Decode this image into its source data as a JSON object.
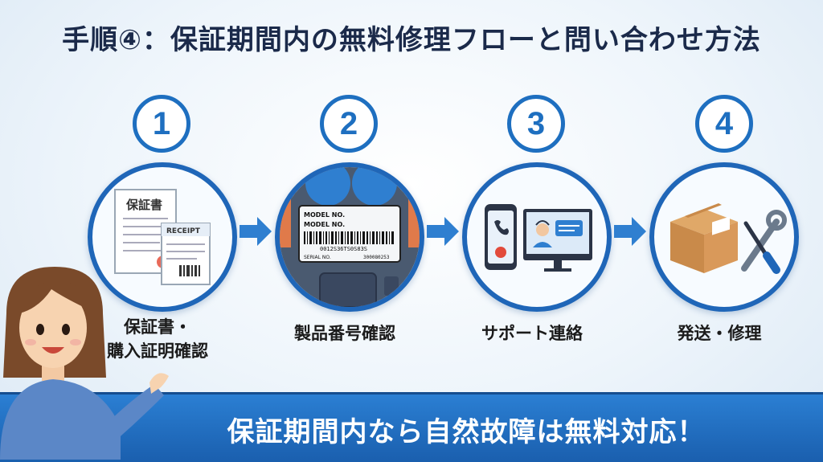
{
  "title": "手順④：保証期間内の無料修理フローと問い合わせ方法",
  "steps": [
    {
      "number": "1",
      "label_line1": "保証書・",
      "label_line2": "購入証明確認",
      "icon": "warranty-receipt-icon"
    },
    {
      "number": "2",
      "label_line1": "製品番号確認",
      "label_line2": "",
      "icon": "serial-label-icon"
    },
    {
      "number": "3",
      "label_line1": "サポート連絡",
      "label_line2": "",
      "icon": "phone-chat-support-icon"
    },
    {
      "number": "4",
      "label_line1": "発送・修理",
      "label_line2": "",
      "icon": "box-tools-icon"
    }
  ],
  "icon_text": {
    "warranty": "保証書",
    "receipt": "RECEIPT",
    "model1": "MODEL NO.",
    "model2": "MODEL NO.",
    "barcode_number": "0012S36TS0S83S",
    "serial": "SERIAL NO.",
    "serial_value": "300080253"
  },
  "banner": "保証期間内なら自然故障は無料対応！",
  "colors": {
    "accent": "#1e6fc0",
    "banner": "#1f6bc0",
    "title": "#1b2a4a"
  }
}
